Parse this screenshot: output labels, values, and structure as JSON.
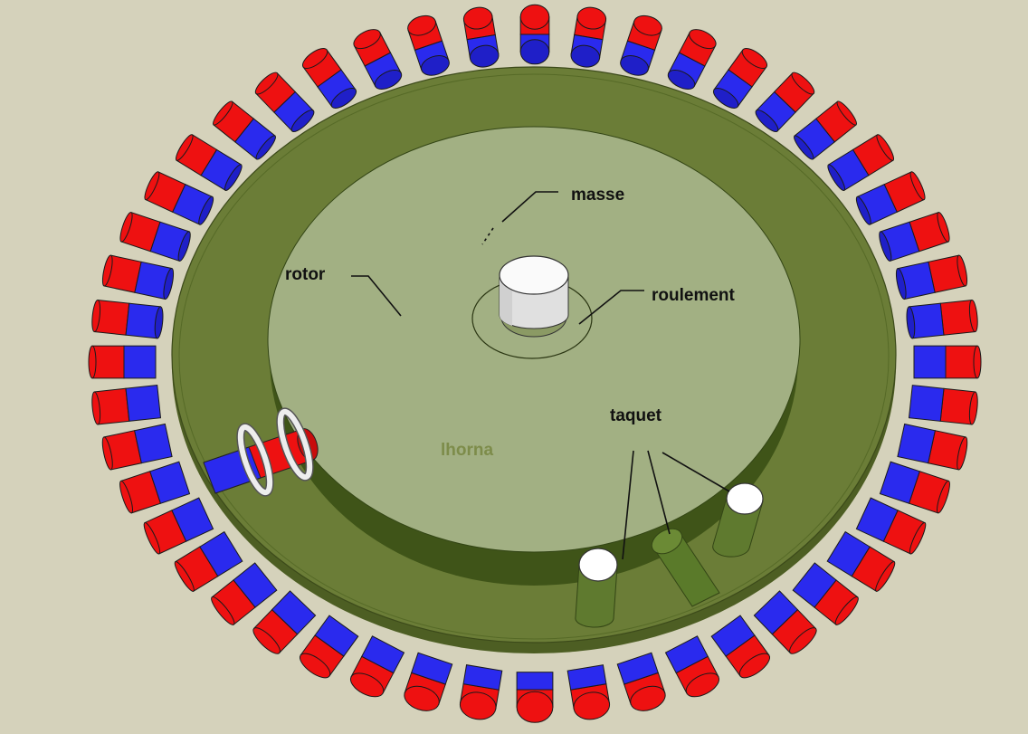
{
  "diagram": {
    "labels": {
      "masse": "masse",
      "rotor": "rotor",
      "roulement": "roulement",
      "taquet": "taquet"
    },
    "watermark": "lhorna",
    "magnet_count": 48,
    "colors": {
      "background": "#d5d2bb",
      "rim_top": "#6b7d37",
      "rim_side": "#4d5e23",
      "rotor_top": "#a2b083",
      "rotor_side": "#3f5418",
      "magnet_red": "#ee1111",
      "magnet_blue": "#2a2aee",
      "bearing": "#f4f4f4",
      "watermark": "#7d8c4a"
    }
  }
}
